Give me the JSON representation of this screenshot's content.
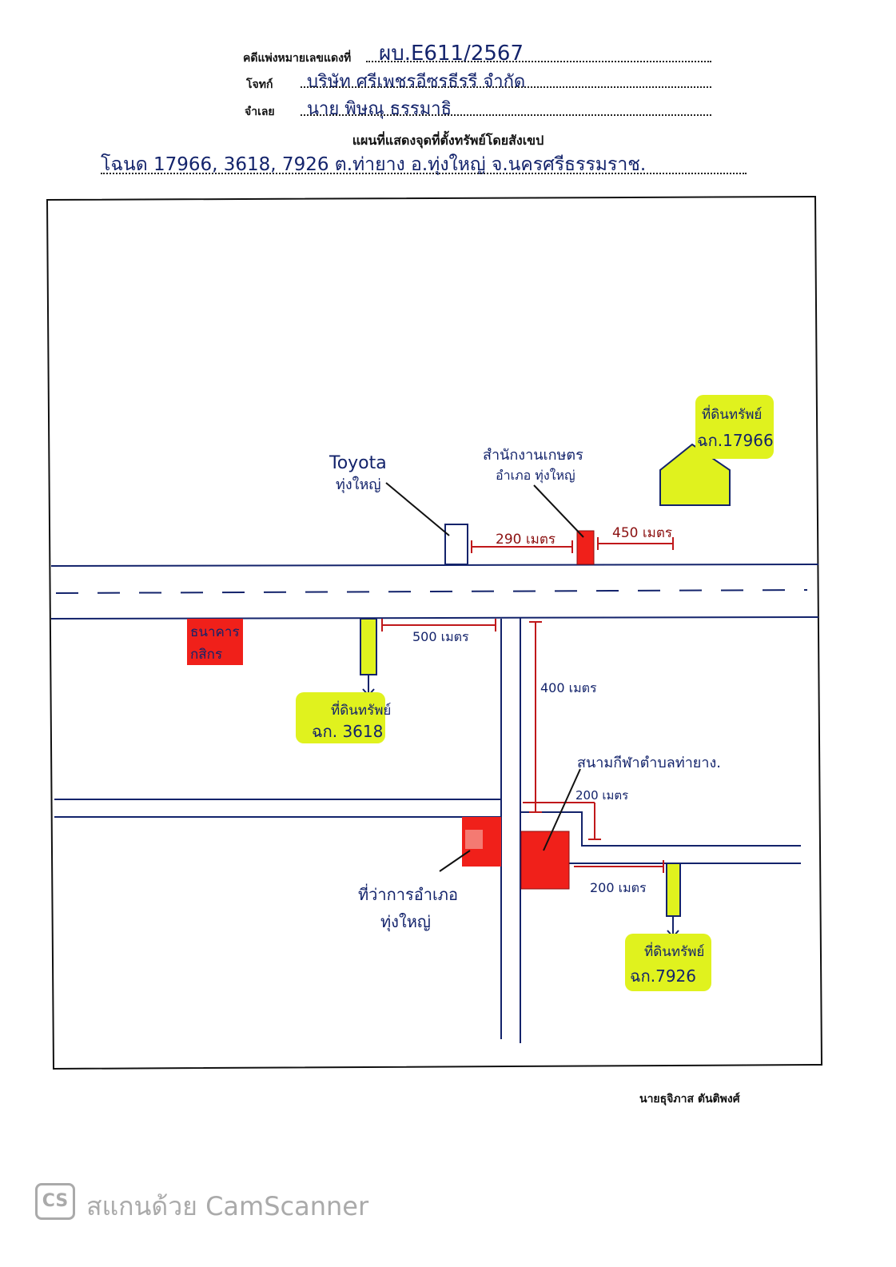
{
  "header": {
    "case_label": "คดีแพ่งหมายเลขแดงที่",
    "case_value": "ผบ.E611/2567",
    "plaintiff_label": "โจทก์",
    "plaintiff_value": "บริษัท ศรีเพชรอีซรธีรรี จำกัด",
    "defendant_label": "จำเลย",
    "defendant_value": "นาย พิษณุ ธรรมาธิ",
    "map_title": "แผนที่แสดงจุดที่ตั้งทรัพย์โดยสังเขป",
    "deed_line": "โฉนด 17966, 3618, 7926 ต.ท่ายาง อ.ทุ่งใหญ่ จ.นครศรีธรรมราช."
  },
  "map": {
    "labels": {
      "toyota": "Toyota",
      "toyota_sub": "ทุ่งใหญ่",
      "agri_office": "สำนักงานเกษตร",
      "agri_office_sub": "อำเภอ ทุ่งใหญ่",
      "bank": "ธนาคาร",
      "bank_sub": "กสิกร",
      "land_17966": "ที่ดินทรัพย์",
      "land_17966_no": "ฉก.17966",
      "land_3618": "ที่ดินทรัพย์",
      "land_3618_no": "ฉก. 3618",
      "land_7926": "ที่ดินทรัพย์",
      "land_7926_no": "ฉก.7926",
      "stadium": "สนามกีฬาตำบลท่ายาง.",
      "district_office": "ที่ว่าการอำเภอ",
      "district_office_sub": "ทุ่งใหญ่"
    },
    "distances": {
      "d290": "290 เมตร",
      "d450": "450 เมตร",
      "d500": "500 เมตร",
      "d400": "400 เมตร",
      "d200a": "200 เมตร",
      "d200b": "200 เมตร"
    }
  },
  "footer": {
    "signature": "นายธุจิภาส ตันติพงศ์",
    "watermark_logo": "CS",
    "watermark_text": "สแกนด้วย CamScanner"
  },
  "colors": {
    "ink": "#13236b",
    "red_block": "#f0201a",
    "highlight": "#e0f21e",
    "red_ink": "#8b1010"
  }
}
